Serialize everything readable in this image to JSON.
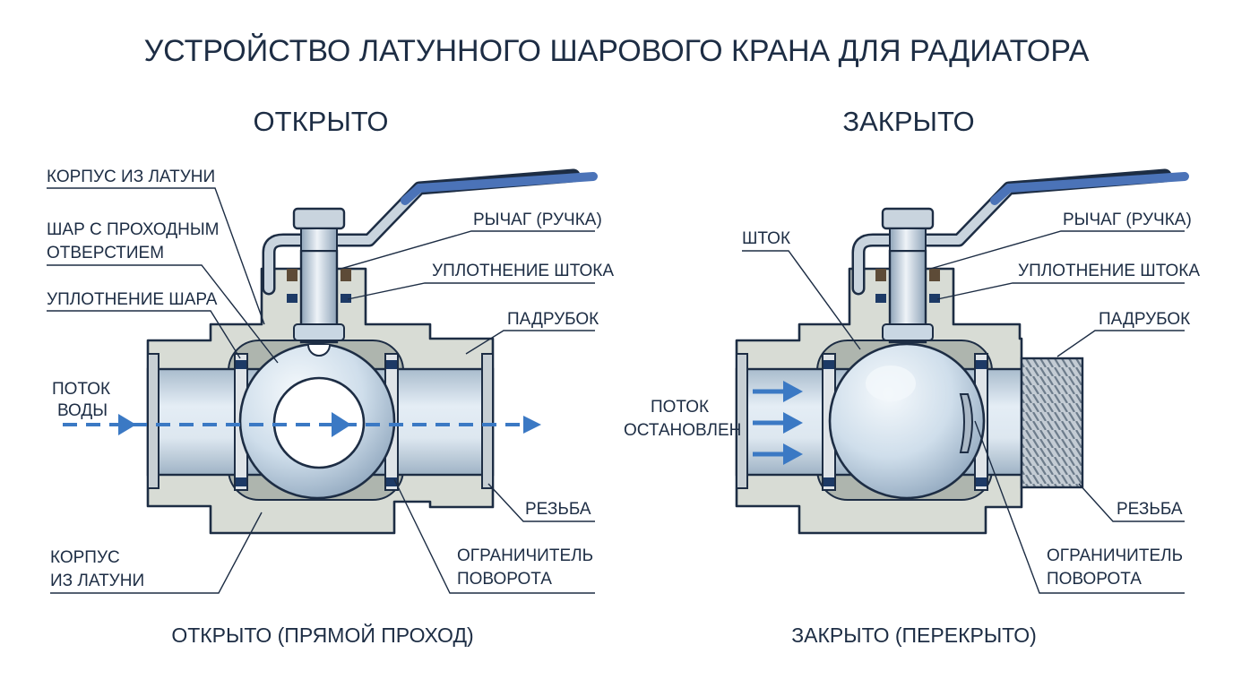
{
  "title": "УСТРОЙСТВО ЛАТУННОГО ШАРОВОГО КРАНА ДЛЯ РАДИАТОРА",
  "colors": {
    "outline": "#1d2d44",
    "brass_body": "#d8dcd5",
    "steel": "#c7d6e4",
    "ball": "#d6e3ef",
    "handle": "#4b73b8",
    "flow_arrow": "#3b79c4",
    "seal": "#1d3a66"
  },
  "open": {
    "heading": "ОТКРЫТО",
    "caption": "ОТКРЫТО (ПРЯМОЙ ПРОХОД)",
    "labels": {
      "body_top": "КОРПУС ИЗ ЛАТУНИ",
      "ball_1": "ШАР С ПРОХОДНЫМ",
      "ball_2": "ОТВЕРСТИЕМ",
      "ball_seal": "УПЛОТНЕНИЕ ШАРА",
      "flow_1": "ПОТОК",
      "flow_2": "ВОДЫ",
      "body_bottom_1": "КОРПУС",
      "body_bottom_2": "ИЗ ЛАТУНИ",
      "lever": "РЫЧАГ (РУЧКА)",
      "stem_seal": "УПЛОТНЕНИЕ ШТОКА",
      "nozzle": "ПАДРУБОК",
      "thread": "РЕЗЬБА",
      "limiter_1": "ОГРАНИЧИТЕЛЬ",
      "limiter_2": "ПОВОРОТА"
    }
  },
  "closed": {
    "heading": "ЗАКРЫТО",
    "caption": "ЗАКРЫТО (ПЕРЕКРЫТО)",
    "labels": {
      "stem": "ШТОК",
      "flow_1": "ПОТОК",
      "flow_2": "ОСТАНОВЛЕН",
      "lever": "РЫЧАГ (РУЧКА)",
      "stem_seal": "УПЛОТНЕНИЕ ШТОКА",
      "nozzle": "ПАДРУБОК",
      "thread": "РЕЗЬБА",
      "limiter_1": "ОГРАНИЧИТЕЛЬ",
      "limiter_2": "ПОВОРОТА"
    }
  }
}
